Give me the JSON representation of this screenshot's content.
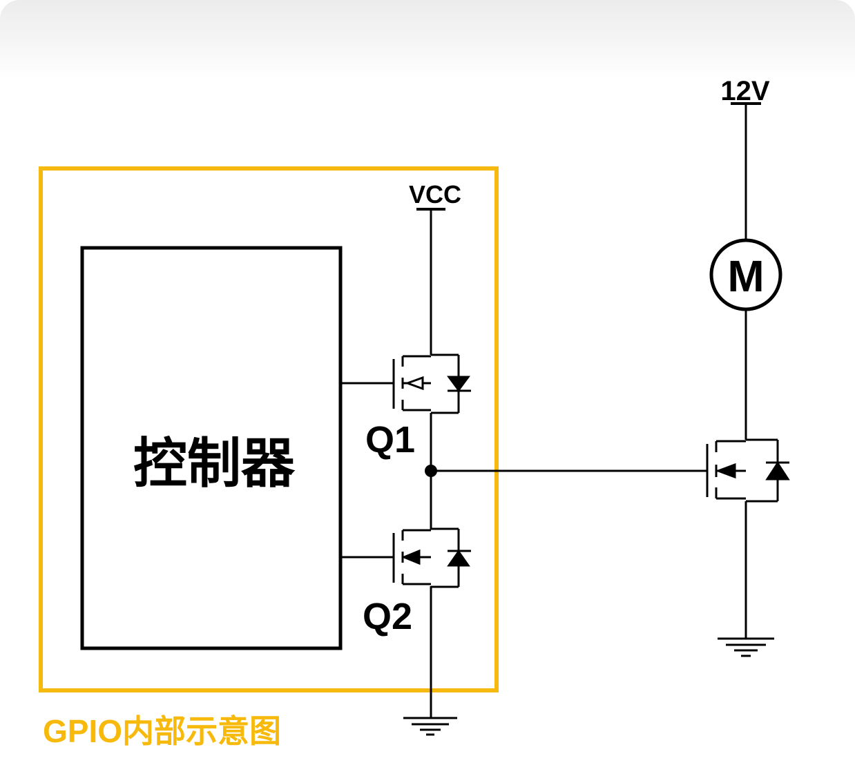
{
  "title": "GPIO内部示意图",
  "controller_label": "控制器",
  "labels": {
    "vcc": "VCC",
    "supply": "12V",
    "motor": "M",
    "q1": "Q1",
    "q2": "Q2"
  },
  "colors": {
    "highlight_box": "#f5b90f",
    "title_text": "#f7b90b",
    "wire": "#000000",
    "background": "#ffffff"
  },
  "components": [
    {
      "name": "Q1",
      "type": "p-channel MOSFET with body diode"
    },
    {
      "name": "Q2",
      "type": "n-channel MOSFET with body diode"
    },
    {
      "name": "external",
      "type": "n-channel MOSFET with body diode"
    },
    {
      "name": "motor",
      "type": "motor"
    },
    {
      "name": "ground",
      "count": 2
    }
  ]
}
